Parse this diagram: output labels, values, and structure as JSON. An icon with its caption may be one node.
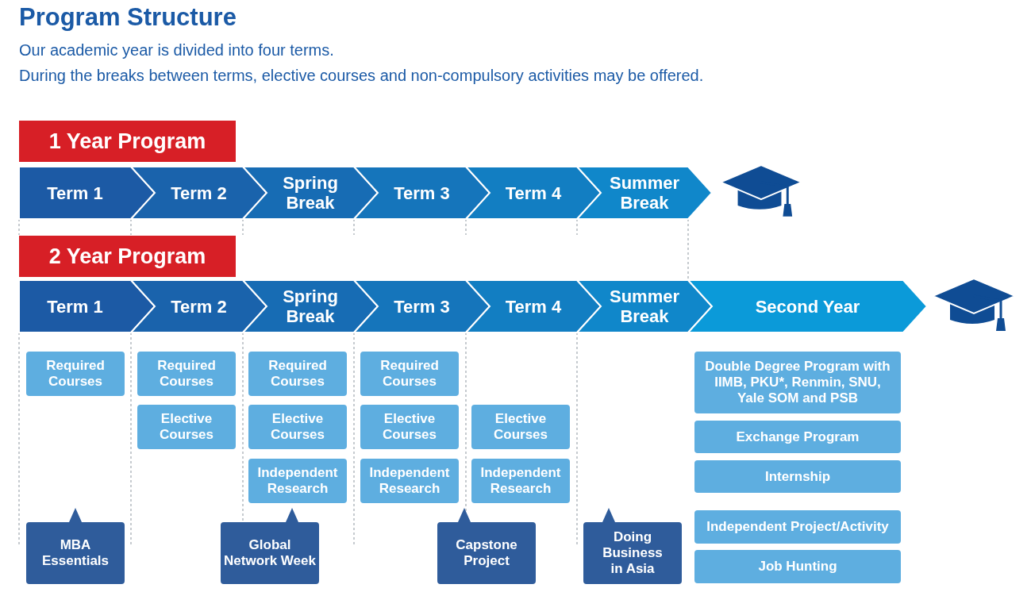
{
  "diagram": {
    "title": "Program Structure",
    "labels": [
      "Our academic year is divided into four terms.",
      "During the breaks between terms, elective courses and non-compulsory activities may be offered."
    ],
    "nodes": [
      {
        "text": [
          "1 Year Program"
        ]
      },
      {
        "text": [
          "Term 1"
        ]
      },
      {
        "text": [
          "Term 2"
        ]
      },
      {
        "text": [
          "Spring Break"
        ]
      },
      {
        "text": [
          "Term 3"
        ]
      },
      {
        "text": [
          "Term 4"
        ]
      },
      {
        "text": [
          "Summer Break"
        ]
      },
      {
        "text": [
          "2 Year Program"
        ]
      },
      {
        "text": [
          "Term 1"
        ]
      },
      {
        "text": [
          "Term 2"
        ]
      },
      {
        "text": [
          "Spring Break"
        ]
      },
      {
        "text": [
          "Term 3"
        ]
      },
      {
        "text": [
          "Term 4"
        ]
      },
      {
        "text": [
          "Summer Break"
        ]
      },
      {
        "text": [
          "Second Year"
        ]
      },
      {
        "text": [
          "Required Courses"
        ]
      },
      {
        "text": [
          "Required Courses"
        ]
      },
      {
        "text": [
          "Elective Courses"
        ]
      },
      {
        "text": [
          "Required Courses"
        ]
      },
      {
        "text": [
          "Elective Courses"
        ]
      },
      {
        "text": [
          "Independent Research"
        ]
      },
      {
        "text": [
          "Required Courses"
        ]
      },
      {
        "text": [
          "Elective Courses"
        ]
      },
      {
        "text": [
          "Independent Research"
        ]
      },
      {
        "text": [
          "Elective Courses"
        ]
      },
      {
        "text": [
          "Independent Research"
        ]
      },
      {
        "text": [
          "Double Degree Program with IIMB, PKU*, Renmin, SNU, Yale SOM and PSB"
        ]
      },
      {
        "text": [
          "Exchange Program"
        ]
      },
      {
        "text": [
          "Internship"
        ]
      },
      {
        "text": [
          "Independent Project/Activity"
        ]
      },
      {
        "text": [
          "Job Hunting"
        ]
      },
      {
        "text": [
          "MBA Essentials"
        ]
      },
      {
        "text": [
          "Global Network Week"
        ]
      },
      {
        "text": [
          "Capstone Project"
        ]
      },
      {
        "text": [
          "Doing Business in Asia"
        ]
      }
    ]
  }
}
